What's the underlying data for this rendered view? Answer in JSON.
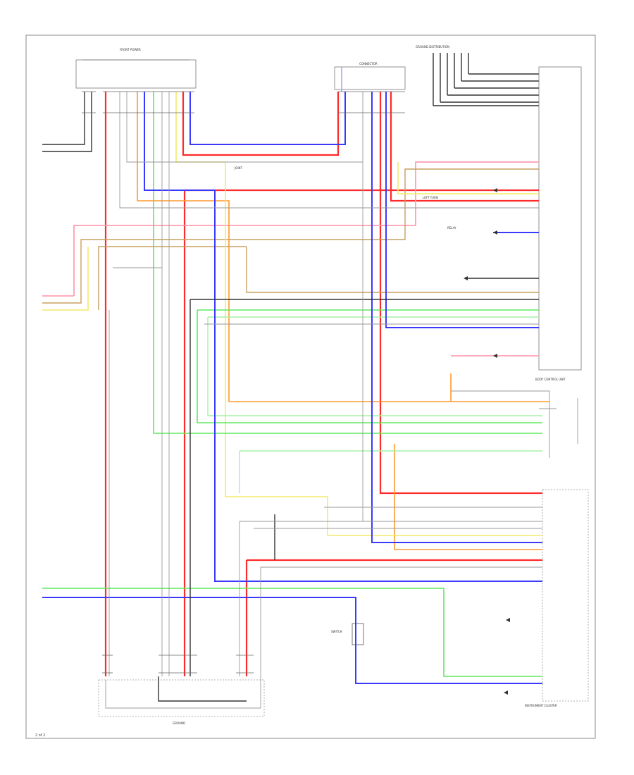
{
  "colors": {
    "red": "#ff2a2a",
    "pink": "#ff9fb0",
    "orange": "#ff9a2e",
    "yellow": "#f4ea6a",
    "green": "#5ee85e",
    "lightgreen": "#a6f0a6",
    "blue": "#3a3aff",
    "lightblue": "#9a9aff",
    "black": "#333333",
    "gray": "#9a9a9a",
    "tan": "#c8a060",
    "frame": "#888888"
  },
  "labels": {
    "grounds_top_right": "GROUND DISTRIBUTION",
    "connector_top": "CONNECTOR",
    "connector_top_left": "FRONT POWER",
    "joint": "JOINT",
    "left_turn": "LEFT TURN",
    "relay_left": "RELAY",
    "unit_mid_right": "BODY CONTROL UNIT",
    "unit_bottom_right": "INSTRUMENT CLUSTER",
    "ground_bottom": "GROUND",
    "switch": "SWITCH",
    "page": "2 of 2"
  },
  "icons": {
    "ground": "ground-symbol",
    "arrow": "arrow-head-icon"
  }
}
